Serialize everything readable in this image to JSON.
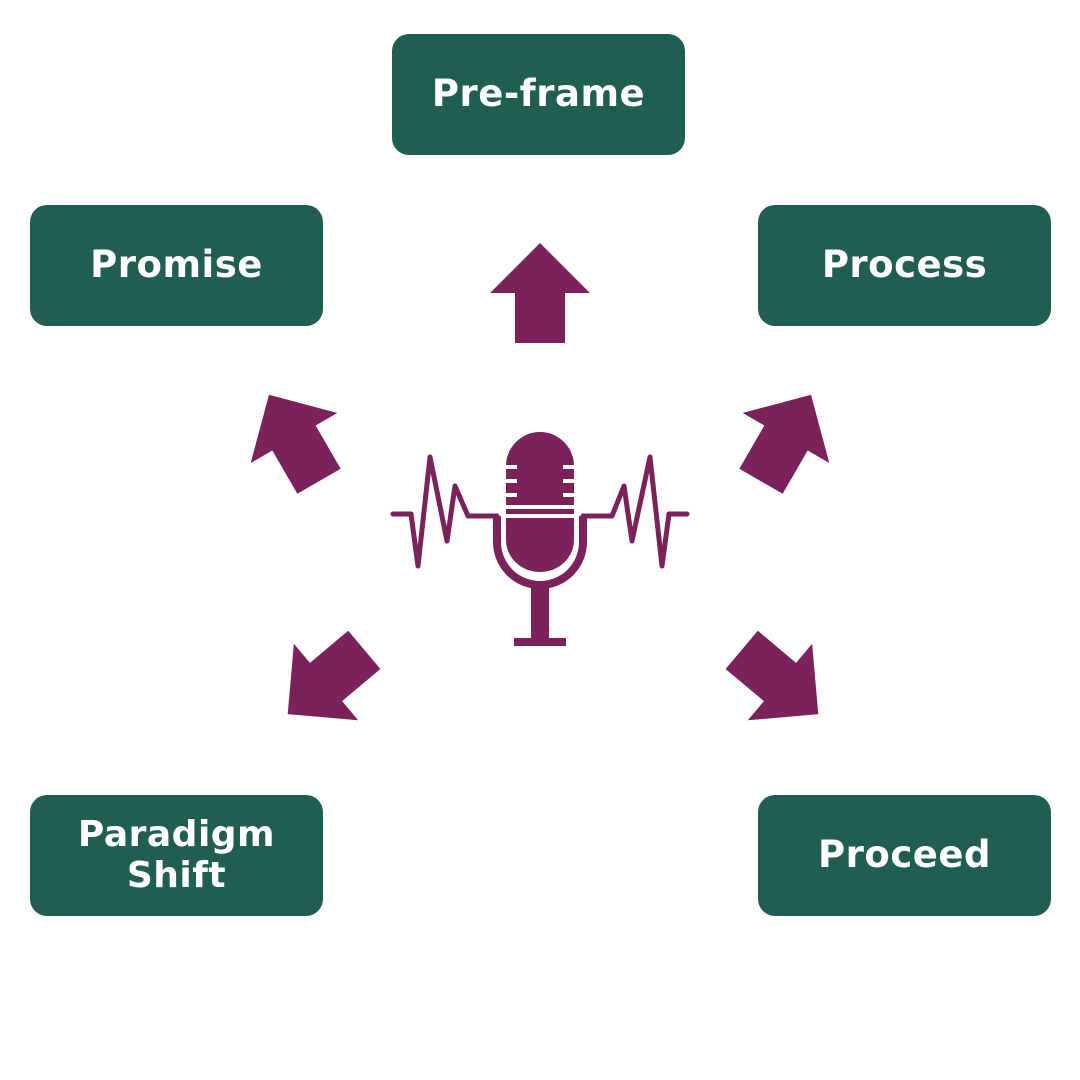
{
  "diagram": {
    "title": "",
    "center_icon": "microphone-with-soundwave-icon",
    "nodes": [
      {
        "id": "preframe",
        "label": "Pre-frame",
        "position": "top"
      },
      {
        "id": "promise",
        "label": "Promise",
        "position": "upper-left"
      },
      {
        "id": "process",
        "label": "Process",
        "position": "upper-right"
      },
      {
        "id": "paradigm",
        "label_lines": [
          "Paradigm",
          "Shift"
        ],
        "position": "lower-left"
      },
      {
        "id": "proceed",
        "label": "Proceed",
        "position": "lower-right"
      }
    ],
    "arrows": [
      {
        "from": "center",
        "to": "preframe",
        "direction": "up"
      },
      {
        "from": "center",
        "to": "promise",
        "direction": "upper-left"
      },
      {
        "from": "center",
        "to": "process",
        "direction": "upper-right"
      },
      {
        "from": "center",
        "to": "paradigm",
        "direction": "lower-left"
      },
      {
        "from": "center",
        "to": "proceed",
        "direction": "lower-right"
      }
    ]
  },
  "colors": {
    "box": "#205e52",
    "box_text": "#ffffff",
    "accent": "#7a2259",
    "background": "#ffffff"
  }
}
